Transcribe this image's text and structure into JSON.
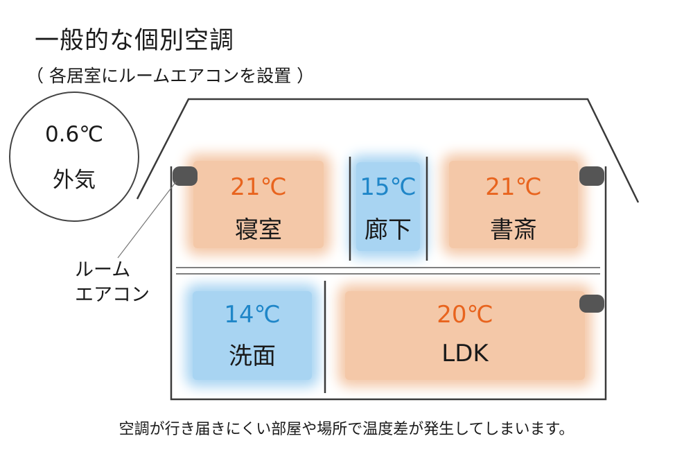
{
  "title": "一般的な個別空調",
  "subtitle": "（ 各居室にルームエアコンを設置 ）",
  "outside": {
    "temperature": "0.6℃",
    "label": "外気"
  },
  "rooms": [
    {
      "name": "寝室",
      "temperature": "21℃"
    },
    {
      "name": "廊下",
      "temperature": "15℃"
    },
    {
      "name": "書斎",
      "temperature": "21℃"
    },
    {
      "name": "洗面",
      "temperature": "14℃"
    },
    {
      "name": "LDK",
      "temperature": "20℃"
    }
  ],
  "air_conditioner_label": [
    "ルーム",
    "エアコン"
  ],
  "caption": "空調が行き届きにくい部屋や場所で温度差が発生してしまいます。",
  "colors": {
    "warm_text": "#e8641e",
    "cool_text": "#1f86c8",
    "warm_fill": "#f4c8a8",
    "cool_fill": "#a8d4f2",
    "line": "#3a3a3a",
    "ac_unit": "#555555"
  }
}
